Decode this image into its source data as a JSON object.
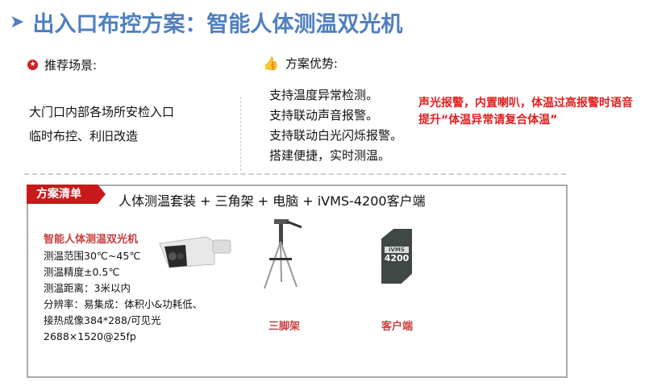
{
  "title": "出入口布控方案：智能人体测温双光机",
  "recommend": {
    "label": "推荐场景:",
    "lines": [
      "大门口内部各场所安检入口",
      "临时布控、利旧改造"
    ]
  },
  "advantage": {
    "label": "方案优势:",
    "lines": [
      "支持温度异常检测。",
      "支持联动声音报警。",
      "支持联动白光闪烁报警。",
      "搭建便捷，实时测温。"
    ]
  },
  "note": "声光报警，内置喇叭，体温过高报警时语音提升“体温异常请复合体温”",
  "list": {
    "tag": "方案清单",
    "headline": "人体测温套装 + 三角架 + 电脑 + iVMS-4200客户端",
    "product": {
      "name": "智能人体测温双光机",
      "specs": [
        "测温范围30℃~45℃",
        "测温精度±0.5℃",
        "测温距离：3米以内",
        "分辨率：易集成：体积小&功耗低、",
        "接热成像384*288/可见光",
        "2688×1520@25fp"
      ]
    },
    "tripod": "三脚架",
    "client": {
      "caption": "客户端",
      "logo_top": "iVMS",
      "logo_num": "4200"
    }
  },
  "colors": {
    "title": "#4f7fbf",
    "accent": "#c81a1a",
    "note": "#e02020"
  }
}
